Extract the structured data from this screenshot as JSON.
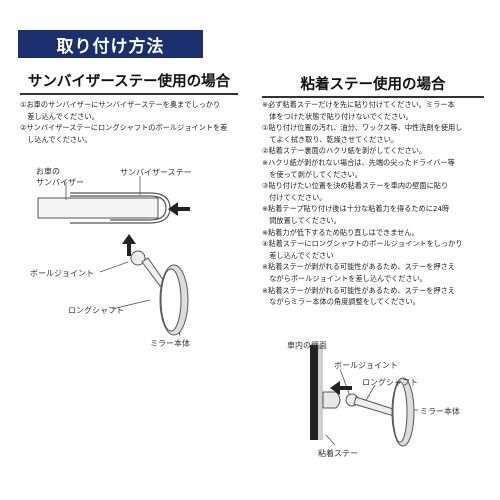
{
  "title": "取り付け方法",
  "left": {
    "heading": "サンバイザーステー使用の場合",
    "steps": [
      "①お車のサンバイザーにサンバイザーステーを奥までしっかり",
      "　差し込んでください。",
      "②サンバイザーステーにロングシャフトのボールジョイントを差",
      "　し込んでください。"
    ],
    "labels": {
      "sun_visor_1": "お車の",
      "sun_visor_2": "サンバイザー",
      "stay": "サンバイザーステー",
      "ball_joint": "ボールジョイント",
      "long_shaft": "ロングシャフト",
      "mirror": "ミラー本体"
    }
  },
  "right": {
    "heading": "粘着ステー使用の場合",
    "steps": [
      "※必ず粘着ステーだけを先に貼り付けてください。ミラー本",
      "　体をつけた状態で貼り付けないでください。",
      "①貼り付け位置の汚れ、油分、ワックス等、中性洗剤を使用し",
      "　てよく拭き取り、乾燥させてください。",
      "②粘着ステー裏面のハクリ紙を剥がしてください。",
      "※ハクリ紙が剥がれない場合は、先端の尖ったドライバー等",
      "　を使って剥がしてください。",
      "③貼り付けたい位置を決め粘着ステーを車内の壁面に貼り",
      "　付けてください。",
      "※粘着テープ貼り付け後は十分な粘着力を得るために24時",
      "　間放置してください。",
      "※粘着力が低下するため貼り直しはできません。",
      "④粘着ステーにロングシャフトのボールジョイントをしっかり",
      "　差し込んでください",
      "※粘着ステーが剥がれる可能性があるため、ステーを押さえ",
      "　ながらボールジョイントを差し込んでください。",
      "※粘着ステーが剥がれる可能性があるため、ステーを押さえ",
      "　ながらミラー本体の角度調整をしてください。"
    ],
    "labels": {
      "wall": "車内の壁面",
      "ball_joint": "ボールジョイント",
      "long_shaft": "ロングシャフト",
      "mirror": "ミラー本体",
      "adhesive_stay": "粘着ステー"
    }
  }
}
